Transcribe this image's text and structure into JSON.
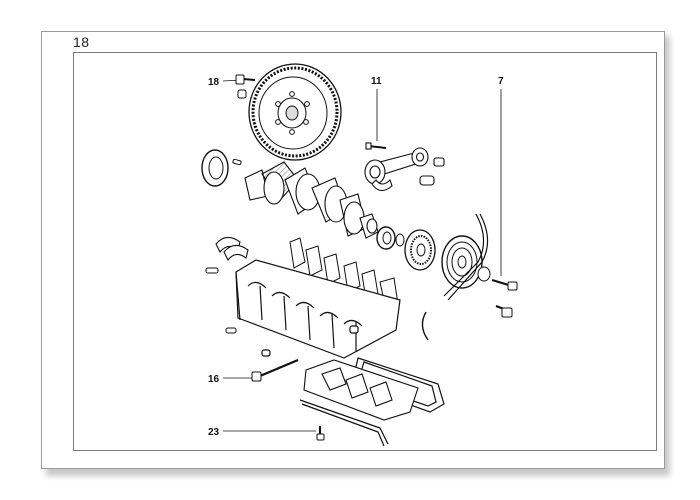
{
  "page": {
    "number": "18"
  },
  "callouts": [
    {
      "id": "18",
      "label": "18"
    },
    {
      "id": "11",
      "label": "11"
    },
    {
      "id": "7",
      "label": "7"
    },
    {
      "id": "16",
      "label": "16"
    },
    {
      "id": "23",
      "label": "23"
    }
  ]
}
